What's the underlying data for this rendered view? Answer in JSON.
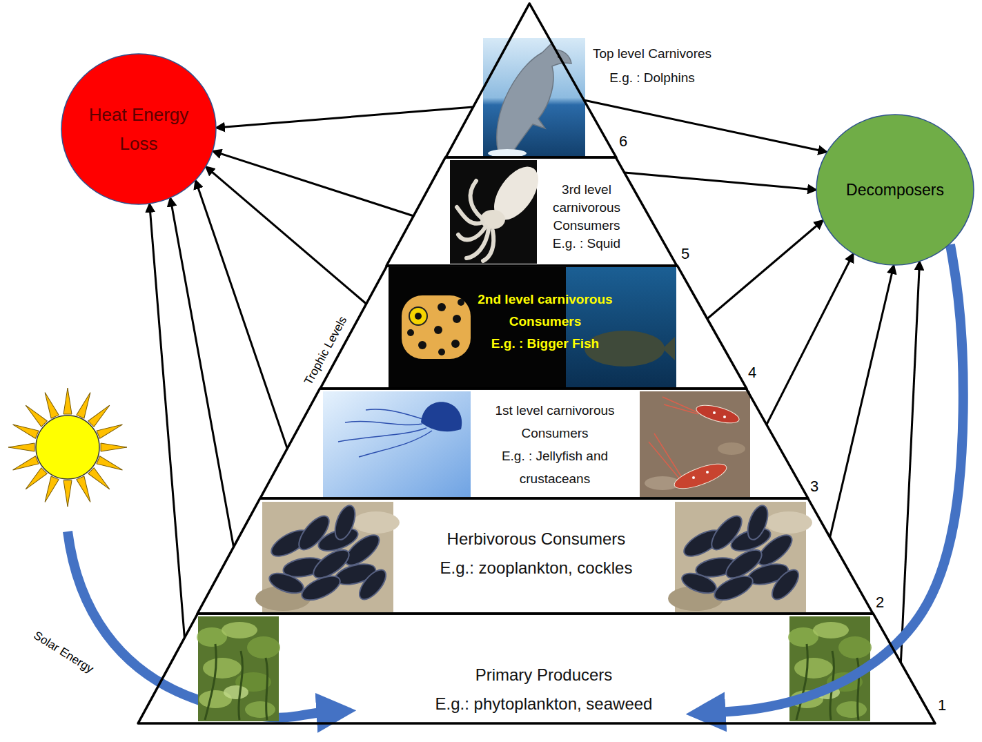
{
  "diagram": {
    "nodes": [
      {
        "text": [
          "Heat Energy Loss"
        ]
      },
      {
        "text": [
          "Decomposers"
        ]
      },
      {
        "text": [
          "Top level Carnivores",
          "E.g. : Dolphins"
        ]
      },
      {
        "text": [
          "3rd level carnivorous Consumers",
          "E.g. : Squid"
        ]
      },
      {
        "text": [
          "2nd level carnivorous Consumers",
          "E.g. : Bigger Fish"
        ]
      },
      {
        "text": [
          "1st level carnivorous Consumers",
          "E.g. : Jellyfish and crustaceans"
        ]
      },
      {
        "text": [
          "Herbivorous Consumers",
          "E.g.: zooplankton, cockles"
        ]
      },
      {
        "text": [
          "Primary Producers",
          "E.g.: phytoplankton, seaweed"
        ]
      }
    ],
    "edges": [
      {
        "from": 2,
        "to": 0,
        "arrow": "to"
      },
      {
        "from": 3,
        "to": 0,
        "arrow": "to"
      },
      {
        "from": 4,
        "to": 0,
        "arrow": "to"
      },
      {
        "from": 5,
        "to": 0,
        "arrow": "to"
      },
      {
        "from": 6,
        "to": 0,
        "arrow": "to"
      },
      {
        "from": 7,
        "to": 0,
        "arrow": "to"
      },
      {
        "from": 2,
        "to": 1,
        "arrow": "to"
      },
      {
        "from": 3,
        "to": 1,
        "arrow": "to"
      },
      {
        "from": 4,
        "to": 1,
        "arrow": "to"
      },
      {
        "from": 5,
        "to": 1,
        "arrow": "to"
      },
      {
        "from": 6,
        "to": 1,
        "arrow": "to"
      },
      {
        "from": 7,
        "to": 1,
        "arrow": "to"
      },
      {
        "from": 1,
        "to": 7,
        "arrow": "to"
      }
    ],
    "labels": [
      "6",
      "5",
      "4",
      "3",
      "2",
      "1",
      "Trophic Levels",
      "Solar Energy"
    ]
  }
}
